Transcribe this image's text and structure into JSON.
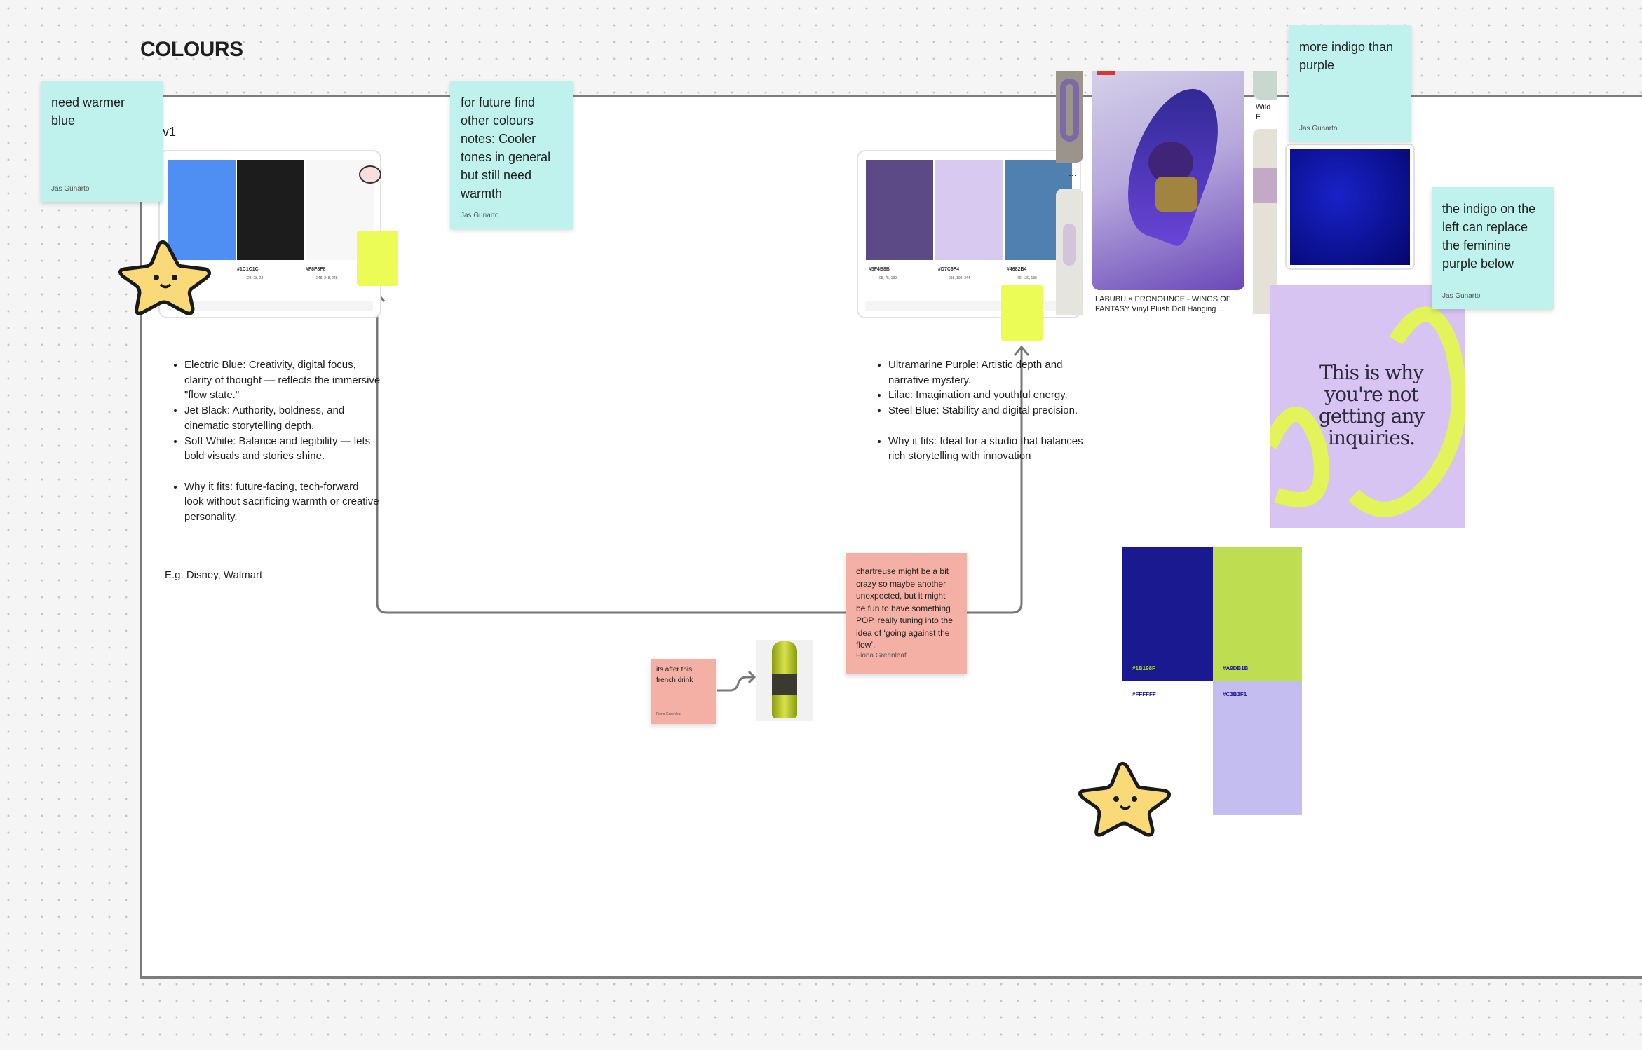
{
  "board": {
    "title": "COLOURS",
    "frame_label": "v1"
  },
  "stickies": [
    {
      "text": "need warmer blue",
      "author": "Jas Gunarto",
      "color": "#bff2ec"
    },
    {
      "text": "for future find other colours notes: Cooler tones in general but still need warmth",
      "author": "Jas Gunarto",
      "color": "#bff2ec"
    },
    {
      "text": "more indigo than purple",
      "author": "Jas Gunarto",
      "color": "#bff2ec"
    },
    {
      "text": "the indigo on the left can replace the feminine purple below",
      "author": "Jas Gunarto",
      "color": "#bff2ec"
    },
    {
      "text": "chartreuse might be a bit crazy so maybe another unexpected, but it might be fun to have something POP. really tuning into the idea of ‘going against the flow’.",
      "author": "Fiona Greenleaf",
      "color": "#f4b0a5"
    },
    {
      "text": "its after this french drink",
      "author": "Fiona Greenleaf",
      "color": "#f4b0a5"
    }
  ],
  "palette1": {
    "swatches": [
      {
        "hex": "#4F8EF2",
        "label": "",
        "rgb": ""
      },
      {
        "hex": "#1C1C1C",
        "label": "#1C1C1C",
        "rgb": "28, 28, 28"
      },
      {
        "hex": "#F8F8F8",
        "label": "#F8F8F8",
        "rgb": "248, 248, 248"
      }
    ]
  },
  "palette2": {
    "swatches": [
      {
        "hex": "#5F4B8B",
        "label": "#5F4B8B",
        "rgb": "95, 75, 139"
      },
      {
        "hex": "#D7C6F4",
        "label": "#D7C6F4",
        "rgb": "215, 198, 244"
      },
      {
        "hex": "#4682B4",
        "label": "#4682B4",
        "rgb": "70, 130, 180"
      }
    ]
  },
  "notes_left": {
    "items": [
      "Electric Blue: Creativity, digital focus, clarity of thought — reflects the immersive \"flow state.\"",
      "Jet Black: Authority, boldness, and cinematic storytelling depth.",
      "Soft White: Balance and legibility — lets bold visuals and stories shine.",
      "Why it fits: future-facing, tech-forward look without sacrificing warmth or creative personality."
    ],
    "example": "E.g. Disney, Walmart"
  },
  "notes_right": {
    "items": [
      "Ultramarine Purple: Artistic depth and narrative mystery.",
      "Lilac: Imagination and youthful energy.",
      "Steel Blue: Stability and digital precision.",
      "Why it fits: Ideal for a studio that balances rich storytelling with innovation"
    ]
  },
  "pinterest": {
    "caption": "LABUBU × PRONOUNCE - WINGS OF FANTASY Vinyl Plush Doll Hanging ...",
    "side_caption": "Wild F Potter",
    "more": "..."
  },
  "poster": {
    "text": "This is why you're not getting any inquiries."
  },
  "palette3": {
    "swatches": [
      {
        "hex": "#1B198F",
        "label": "#1B198F"
      },
      {
        "hex": "#A9DB1B",
        "label": "#A9DB1B"
      },
      {
        "hex": "#FFFFFF",
        "label": "#FFFFFF"
      },
      {
        "hex": "#C3B3F1",
        "label": "#C3B3F1"
      }
    ]
  }
}
